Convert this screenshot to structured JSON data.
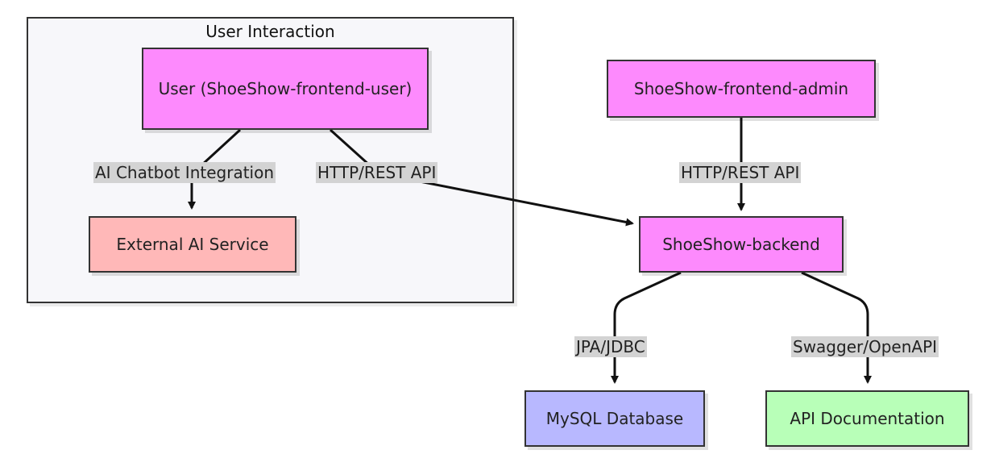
{
  "group": {
    "title": "User Interaction"
  },
  "nodes": {
    "user_frontend": "User (ShoeShow-frontend-user)",
    "external_ai": "External AI Service",
    "admin_frontend": "ShoeShow-frontend-admin",
    "backend": "ShoeShow-backend",
    "mysql": "MySQL Database",
    "api_docs": "API Documentation"
  },
  "edges": {
    "user_to_ai": "AI Chatbot Integration",
    "user_to_backend": "HTTP/REST API",
    "admin_to_backend": "HTTP/REST API",
    "backend_to_db": "JPA/JDBC",
    "backend_to_docs": "Swagger/OpenAPI"
  },
  "colors": {
    "frontend": "#fd8afd",
    "external": "#ffb8b8",
    "database": "#b8b8ff",
    "docs": "#b8ffb8",
    "group_bg": "#f7f7fa",
    "edge_label_bg": "#d3d3d3"
  }
}
